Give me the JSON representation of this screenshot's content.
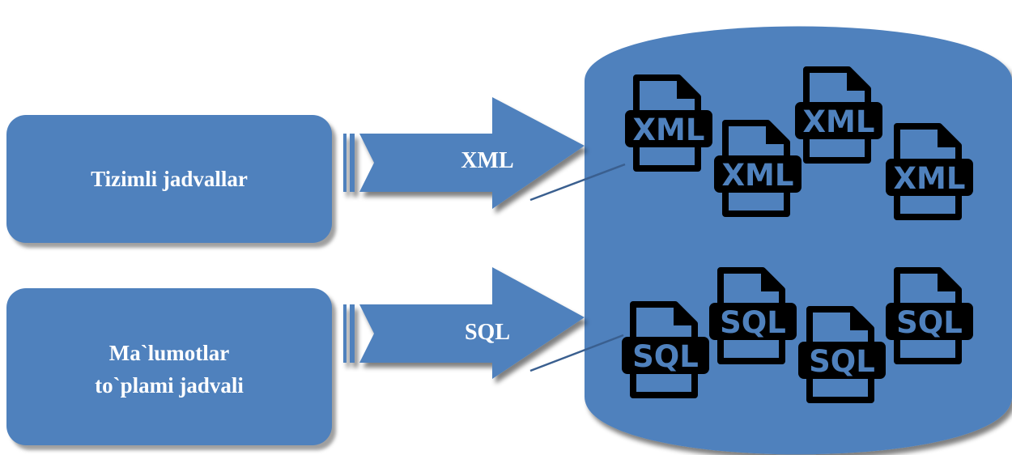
{
  "sources": [
    {
      "label": "Tizimli jadvallar"
    },
    {
      "label": "Ma`lumotlar\nto`plami jadvali"
    }
  ],
  "arrows": [
    {
      "label": "XML"
    },
    {
      "label": "SQL"
    }
  ],
  "storage": {
    "xml_file_label": "XML",
    "sql_file_label": "SQL"
  },
  "colors": {
    "shape_fill": "#4f81bd",
    "shape_text": "#ffffff",
    "icon_ink": "#000000"
  }
}
